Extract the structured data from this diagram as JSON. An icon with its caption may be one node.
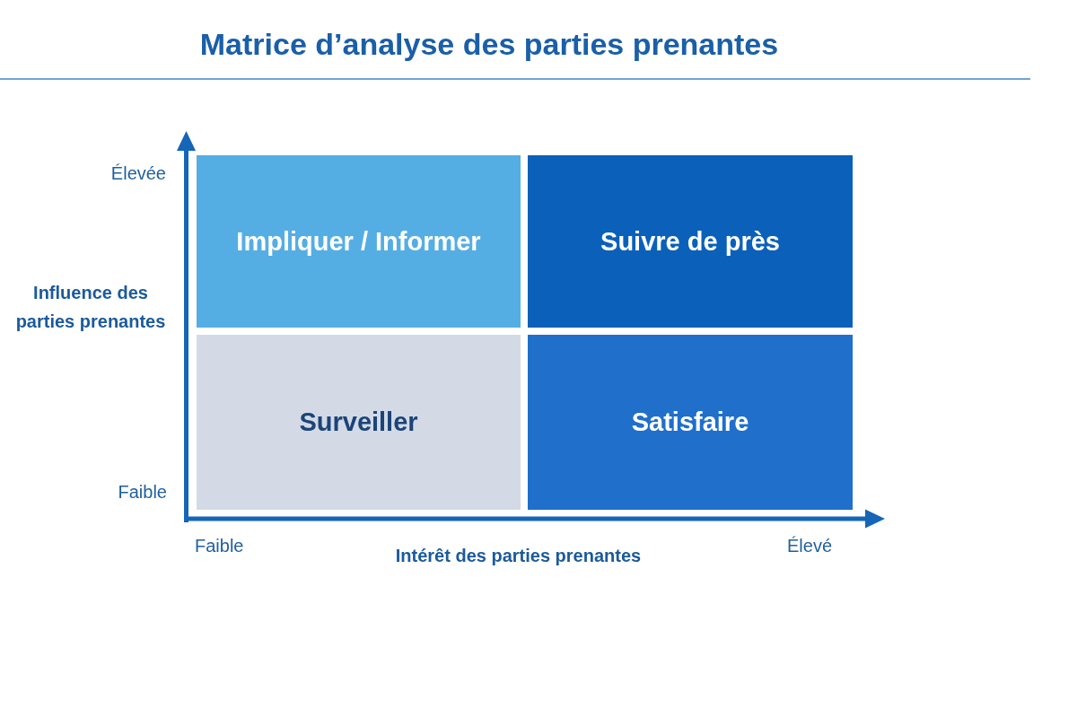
{
  "diagram": {
    "title": "Matrice d’analyse des parties prenantes",
    "nodes": [
      {
        "text": [
          "Impliquer / Informer"
        ]
      },
      {
        "text": [
          "Suivre de près"
        ]
      },
      {
        "text": [
          "Surveiller"
        ]
      },
      {
        "text": [
          "Satisfaire"
        ]
      }
    ],
    "labels": [
      "Élevée",
      "Influence des parties prenantes",
      "Faible",
      "Faible",
      "Intérêt des parties prenantes",
      "Élevé"
    ]
  }
}
